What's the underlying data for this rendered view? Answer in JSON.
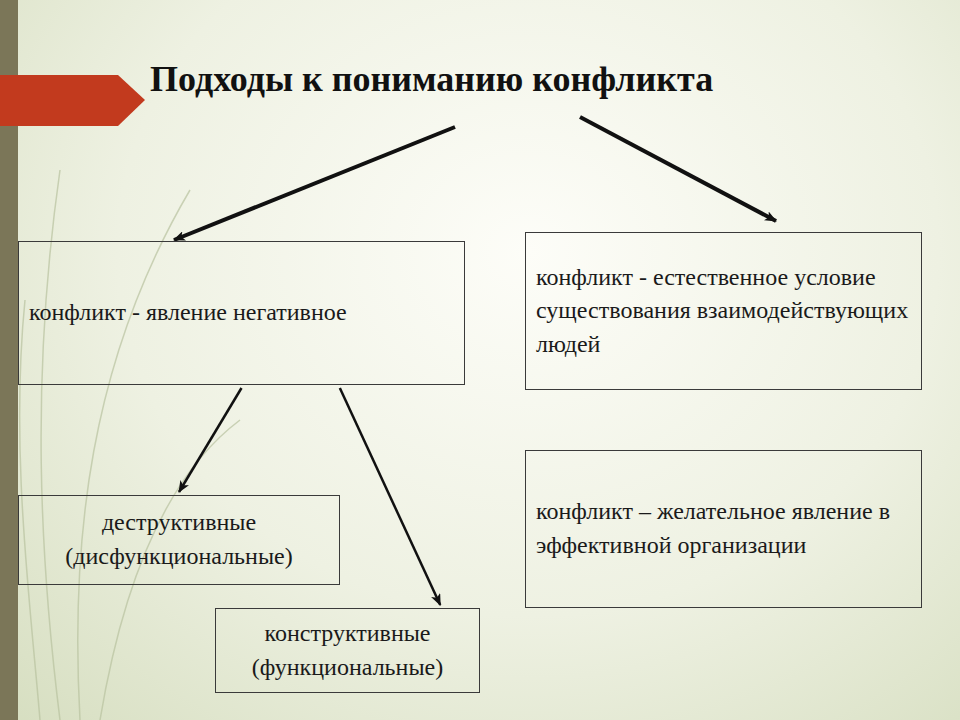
{
  "diagram": {
    "title": "Подходы к пониманию конфликта",
    "nodes": [
      {
        "text": [
          "конфликт - явление негативное"
        ]
      },
      {
        "text": [
          "конфликт - естественное условие существования взаимодействующих людей"
        ]
      },
      {
        "text": [
          "деструктивные (дисфункциональные)"
        ]
      },
      {
        "text": [
          "конструктивные (функциональные)"
        ]
      },
      {
        "text": [
          "конфликт – желательное явление в эффективной организации"
        ]
      }
    ],
    "edges": [
      {
        "from": 0,
        "to": 2,
        "arrow": "to"
      },
      {
        "from": 0,
        "to": 3,
        "arrow": "to"
      }
    ]
  }
}
